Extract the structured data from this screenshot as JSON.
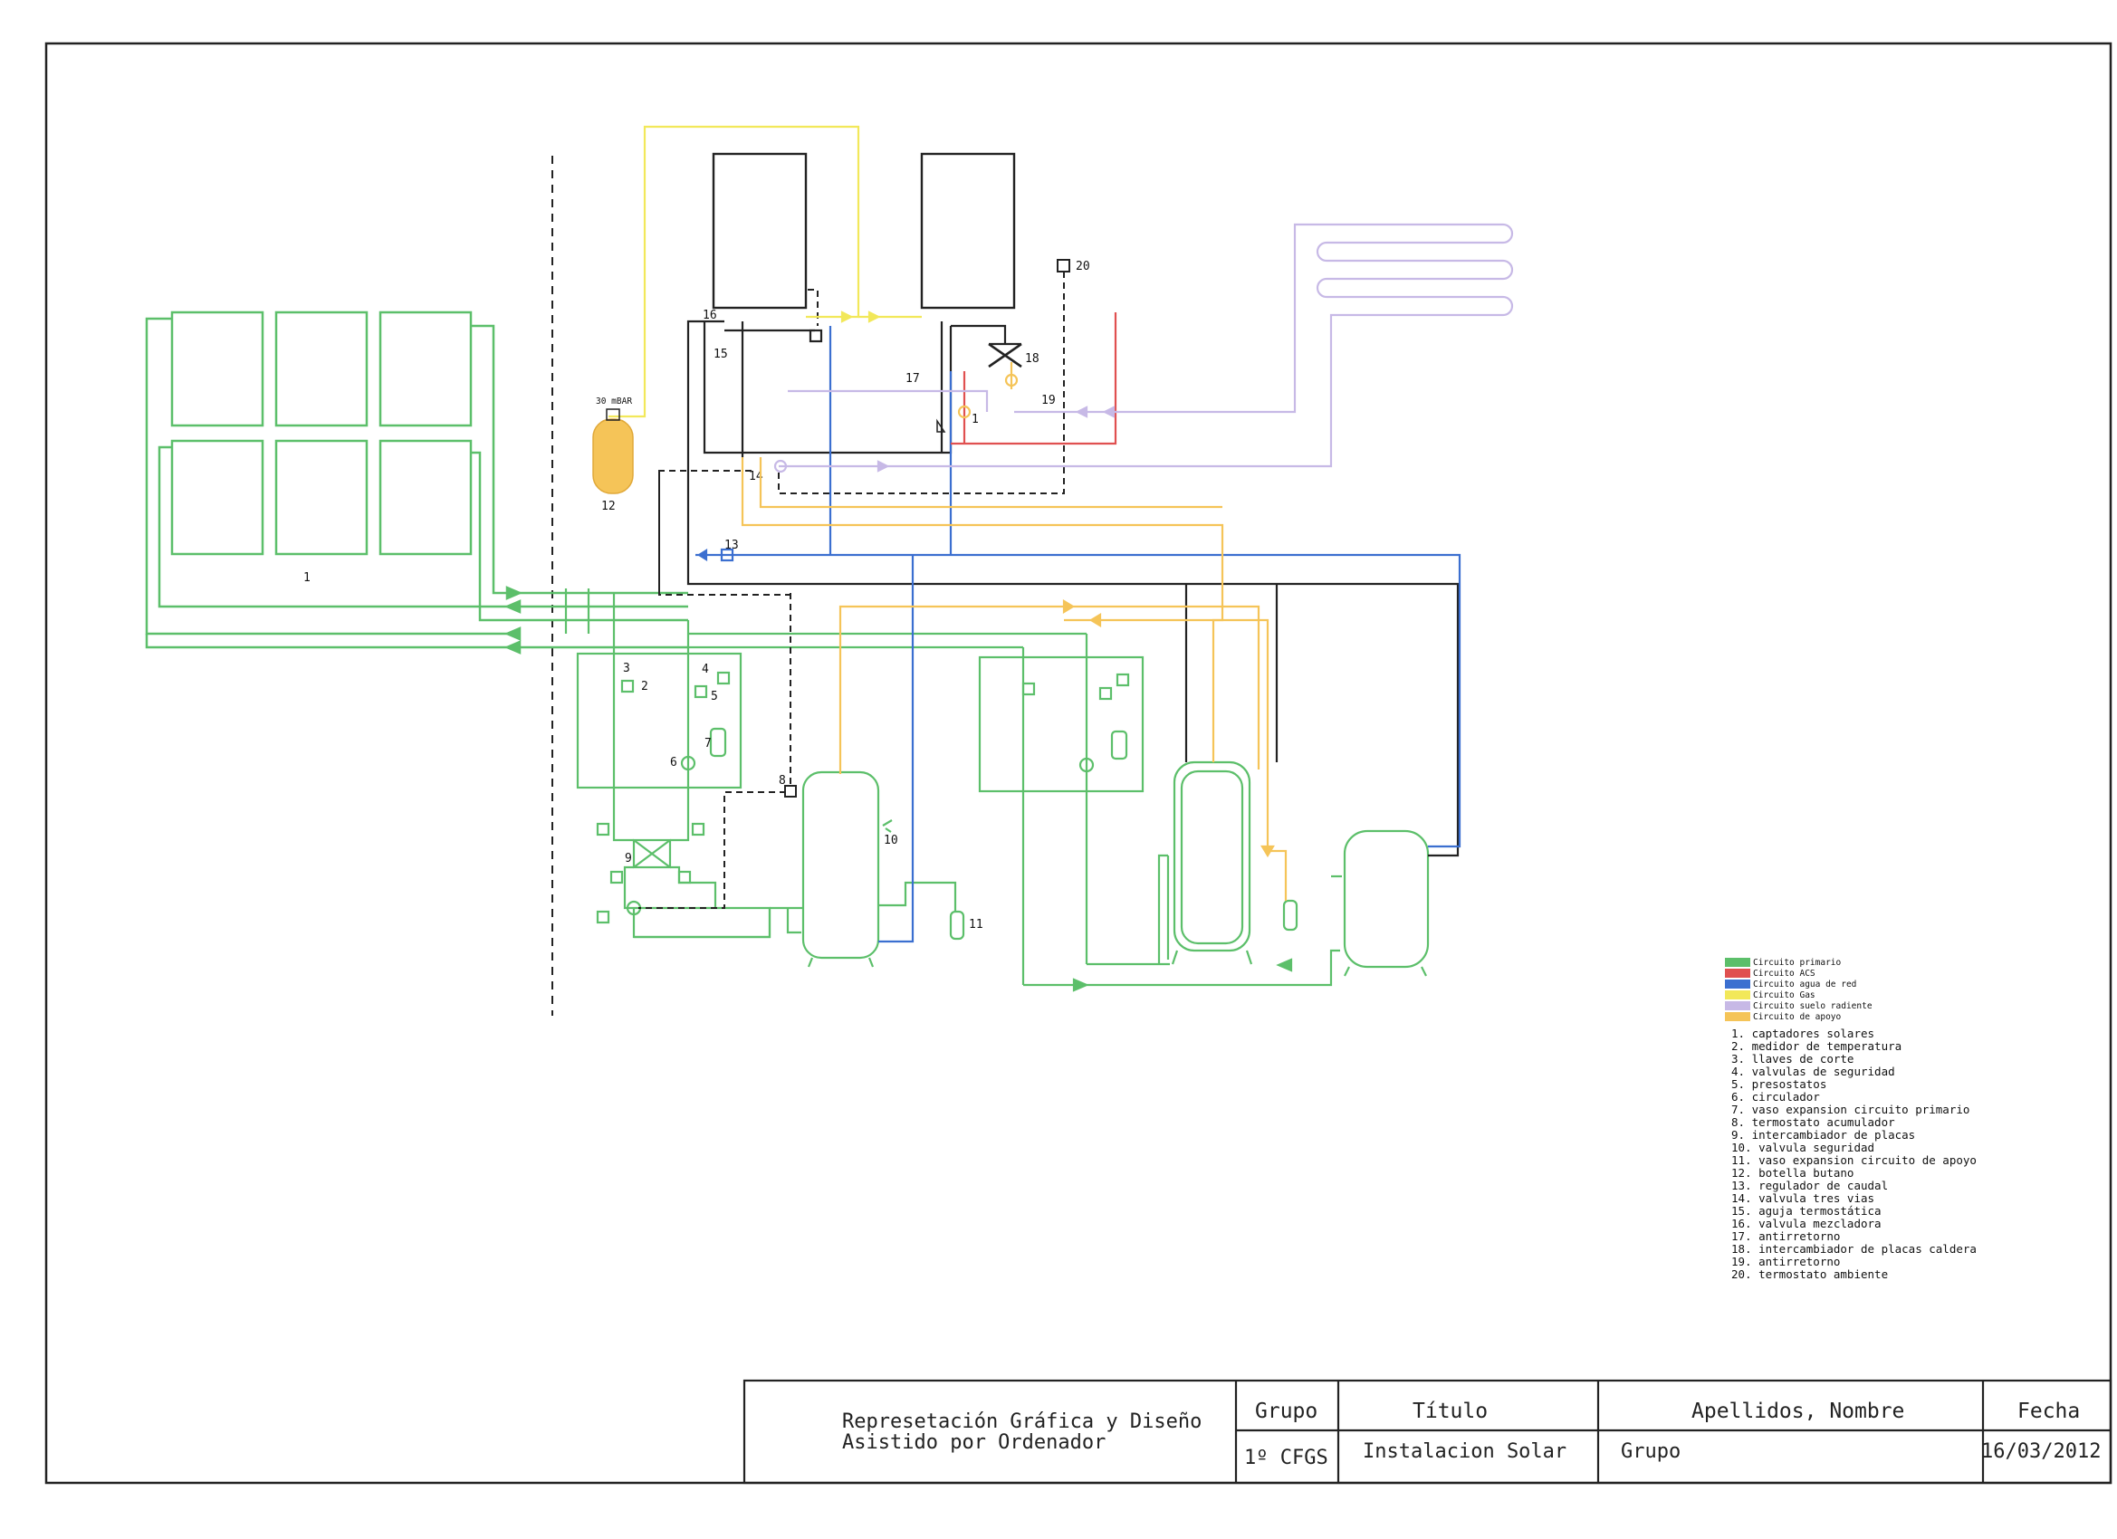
{
  "components": {
    "c1": "1",
    "c2": "2",
    "c3": "3",
    "c4": "4",
    "c5": "5",
    "c6": "6",
    "c7": "7",
    "c8": "8",
    "c9": "9",
    "c10": "10",
    "c11": "11",
    "c12": "12",
    "c13": "13",
    "c14": "14",
    "c15": "15",
    "c16": "16",
    "c17": "17",
    "c18": "18",
    "c19": "19",
    "c1b": "1",
    "c20": "20",
    "gas_pressure": "30 mBAR"
  },
  "legend": {
    "circuits": [
      {
        "label": "Circuito primario",
        "color": "#5cbf6a"
      },
      {
        "label": "Circuito ACS",
        "color": "#e05050"
      },
      {
        "label": "Circuito agua de red",
        "color": "#3b6fd0"
      },
      {
        "label": "Circuito Gas",
        "color": "#f2e85a"
      },
      {
        "label": "Circuito suelo radiente",
        "color": "#c7b9e6"
      },
      {
        "label": "Circuito de apoyo",
        "color": "#f5c458"
      }
    ],
    "items": [
      "1. captadores solares",
      "2. medidor de temperatura",
      "3. llaves de corte",
      "4. valvulas de seguridad",
      "5. presostatos",
      "6. circulador",
      "7. vaso expansion circuito primario",
      "8. termostato acumulador",
      "9. intercambiador de placas",
      "10. valvula seguridad",
      "11. vaso expansion circuito de apoyo",
      "12. botella butano",
      "13. regulador de caudal",
      "14. valvula tres vias",
      "15. aguja termostática",
      "16. valvula mezcladora",
      "17. antirretorno",
      "18. intercambiador de placas caldera",
      "19. antirretorno",
      "20. termostato ambiente"
    ]
  },
  "title_block": {
    "course_line1": "Represetación Gráfica y Diseño",
    "course_line2": "Asistido por Ordenador",
    "grupo_header": "Grupo",
    "grupo_value": "1º CFGS",
    "titulo_header": "Título",
    "titulo_value": "Instalacion Solar",
    "nombre_header": "Apellidos, Nombre",
    "nombre_value": "Grupo",
    "fecha_header": "Fecha",
    "fecha_value": "16/03/2012"
  },
  "colors": {
    "primary": "#5cbf6a",
    "acs": "#e05050",
    "network_water": "#3b6fd0",
    "gas": "#f2e85a",
    "floor_heating": "#c7b9e6",
    "support": "#f5c458",
    "control": "#111111"
  }
}
